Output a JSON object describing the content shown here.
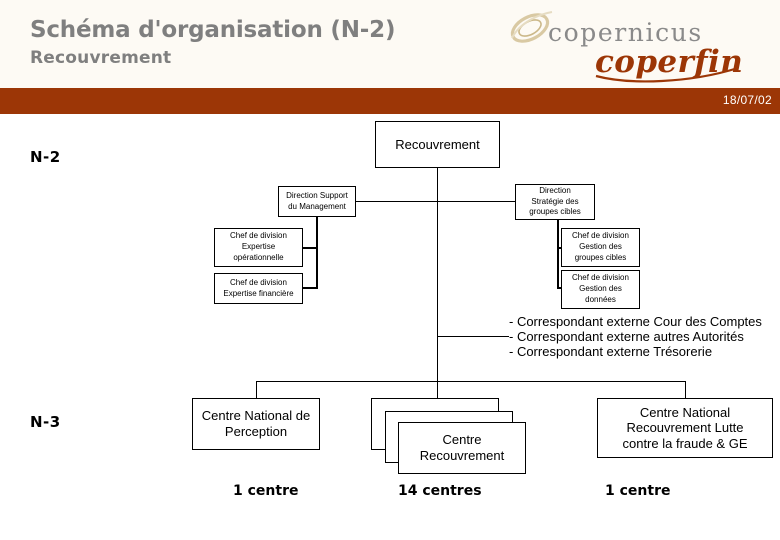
{
  "header": {
    "title": "Schéma d'organisation (N-2)",
    "subtitle": "Recouvrement",
    "date": "18/07/02",
    "band_color": "#9c3606",
    "title_color": "#7f7f7f",
    "logo": {
      "primary_text": "copernicus",
      "secondary_text": "coperfin",
      "primary_color": "#8a8a8a",
      "secondary_color": "#9c3606",
      "swirl_color": "#d9c9a3"
    }
  },
  "levels": {
    "n2_label": "N-2",
    "n3_label": "N-3"
  },
  "chart_data": {
    "type": "org-chart",
    "root": {
      "label": "Recouvrement"
    },
    "directions": [
      {
        "label": "Direction Support du Management",
        "line1": "Direction Support",
        "line2": "du Management",
        "side": "left"
      },
      {
        "label": "Direction Stratégie des groupes cibles",
        "line1": "Direction",
        "line2": "Stratégie des",
        "line3": "groupes cibles",
        "side": "right"
      }
    ],
    "divisions_left": [
      {
        "line1": "Chef de division",
        "line2": "Expertise",
        "line3": "opérationnelle"
      },
      {
        "line1": "Chef de division",
        "line2": "Expertise financière"
      }
    ],
    "divisions_right": [
      {
        "line1": "Chef de division",
        "line2": "Gestion des",
        "line3": "groupes cibles"
      },
      {
        "line1": "Chef de division",
        "line2": "Gestion des",
        "line3": "données"
      }
    ],
    "correspondants": [
      "- Correspondant externe Cour des Comptes",
      "- Correspondant externe autres Autorités",
      "- Correspondant externe Trésorerie"
    ],
    "n3_units": [
      {
        "line1": "Centre National de",
        "line2": "Perception",
        "caption": "1 centre",
        "stacked": false
      },
      {
        "line1": "Centre",
        "line2": "Recouvrement",
        "caption": "14 centres",
        "stacked": true,
        "stack_count": 3
      },
      {
        "line1": "Centre National",
        "line2": "Recouvrement Lutte",
        "line3": "contre la fraude & GE",
        "caption": "1 centre",
        "stacked": false
      }
    ]
  }
}
